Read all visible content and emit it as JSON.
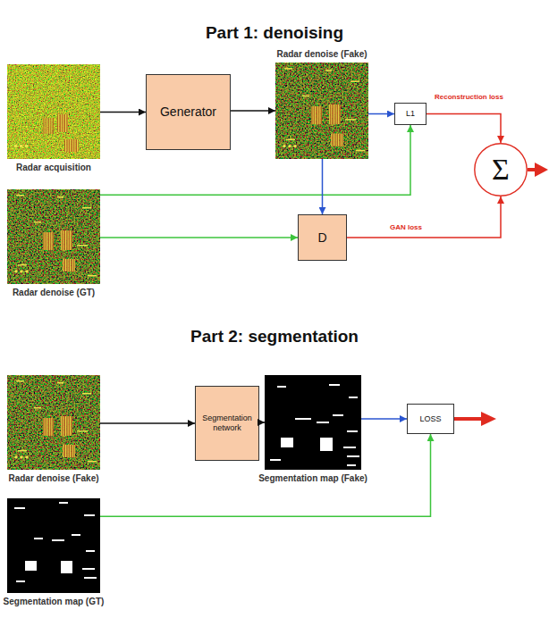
{
  "diagram": {
    "nodes": [
      {
        "text": [
          "Radar acquisition"
        ]
      },
      {
        "text": [
          "Generator"
        ]
      },
      {
        "text": [
          "Radar denoise (Fake)"
        ]
      },
      {
        "text": [
          "L1"
        ]
      },
      {
        "text": [
          "Radar denoise (GT)"
        ]
      },
      {
        "text": [
          "D"
        ]
      },
      {
        "text": [
          "Σ"
        ]
      },
      {
        "text": [
          "Radar denoise (Fake)"
        ]
      },
      {
        "text": [
          "Segmentation network"
        ]
      },
      {
        "text": [
          "Segmentation map (Fake)"
        ]
      },
      {
        "text": [
          "LOSS"
        ]
      },
      {
        "text": [
          "Segmentation map (GT)"
        ]
      }
    ],
    "edges": [
      {
        "from": 0,
        "to": 1,
        "arrow": "to"
      },
      {
        "from": 1,
        "to": 2,
        "arrow": "to"
      },
      {
        "from": 2,
        "to": 3,
        "arrow": "to"
      },
      {
        "from": 4,
        "to": 3,
        "arrow": "to"
      },
      {
        "from": 4,
        "to": 5,
        "arrow": "to"
      },
      {
        "from": 2,
        "to": 5,
        "arrow": "to"
      },
      {
        "from": 3,
        "to": 6,
        "label": "Reconstruction loss",
        "arrow": "to"
      },
      {
        "from": 5,
        "to": 6,
        "label": "GAN loss",
        "arrow": "to"
      },
      {
        "from": 7,
        "to": 8,
        "arrow": "to"
      },
      {
        "from": 8,
        "to": 9,
        "arrow": "to"
      },
      {
        "from": 9,
        "to": 10,
        "arrow": "to"
      },
      {
        "from": 11,
        "to": 10,
        "arrow": "to"
      }
    ],
    "labels": [
      "Part 1: denoising",
      "Part 2: segmentation"
    ]
  }
}
